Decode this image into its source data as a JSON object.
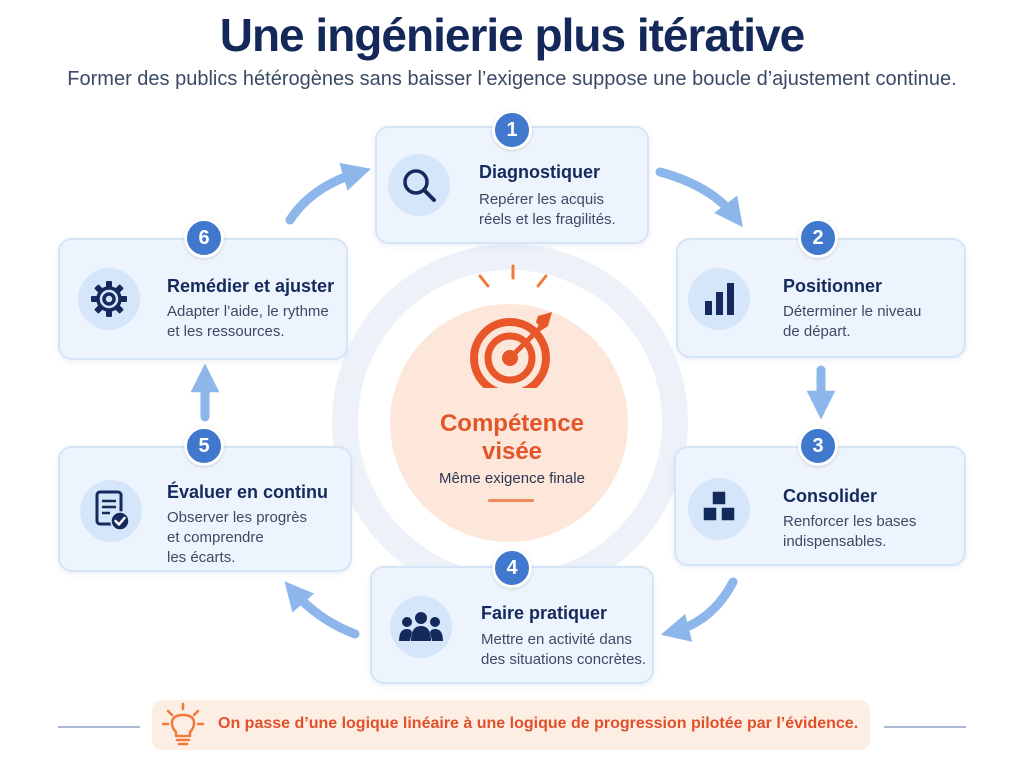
{
  "header": {
    "title": "Une ingénierie plus itérative",
    "subtitle": "Former des publics hétérogènes sans baisser l’exigence suppose une boucle d’ajustement continue."
  },
  "steps": [
    {
      "number": "1",
      "title": "Diagnostiquer",
      "desc_lines": [
        "Repérer les acquis",
        "réels et les fragilités."
      ],
      "icon": "magnifier-icon"
    },
    {
      "number": "2",
      "title": "Positionner",
      "desc_lines": [
        "Déterminer le niveau",
        "de départ."
      ],
      "icon": "bar-chart-icon"
    },
    {
      "number": "3",
      "title": "Consolider",
      "desc_lines": [
        "Renforcer les bases",
        "indispensables."
      ],
      "icon": "blocks-icon"
    },
    {
      "number": "4",
      "title": "Faire pratiquer",
      "desc_lines": [
        "Mettre en activité dans",
        "des situations concrètes."
      ],
      "icon": "people-icon"
    },
    {
      "number": "5",
      "title": "Évaluer en continu",
      "desc_lines": [
        "Observer les progrès",
        "et comprendre",
        "les écarts."
      ],
      "icon": "checklist-icon"
    },
    {
      "number": "6",
      "title": "Remédier et ajuster",
      "desc_lines": [
        "Adapter l’aide, le rythme",
        "et les ressources."
      ],
      "icon": "gear-icon"
    }
  ],
  "center": {
    "title_line1": "Compétence",
    "title_line2": "visée",
    "subtitle": "Même exigence finale",
    "icon": "target-icon"
  },
  "footer": {
    "text": "On passe d’une logique linéaire à une logique de progression pilotée par l’évidence.",
    "icon": "lightbulb-icon"
  },
  "colors": {
    "navy": "#14295a",
    "accent_blue": "#3f78cc",
    "arrow_blue": "#8db6ea",
    "accent_orange": "#e2562a",
    "card_bg": "#eef4fd"
  }
}
